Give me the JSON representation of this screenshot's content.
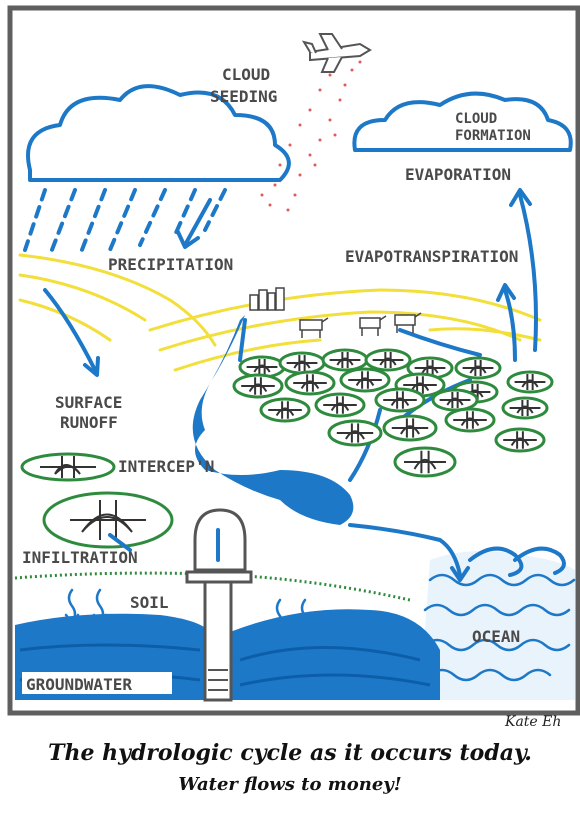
{
  "labels": {
    "cloud_seeding_1": "CLOUD",
    "cloud_seeding_2": "SEEDING",
    "cloud_formation_1": "CLOUD",
    "cloud_formation_2": "FORMATION",
    "evaporation": "EVAPORATION",
    "evapotranspiration": "EVAPOTRANSPIRATION",
    "precipitation": "PRECIPITATION",
    "surface_runoff_1": "SURFACE",
    "surface_runoff_2": "RUNOFF",
    "interception": "INTERCEP'N",
    "infiltration": "INFILTRATION",
    "soil": "SOIL",
    "ocean": "OCEAN",
    "groundwater": "GROUNDWATER"
  },
  "signature": "Kate Eh",
  "caption": {
    "line1": "The hydrologic cycle as it occurs today.",
    "line2": "Water flows to money!"
  },
  "colors": {
    "water": "#1e78c8",
    "money": "#2e8b3e",
    "hills": "#f2df3a",
    "ink": "#4a4a4a",
    "seeding": "#e05a5a"
  },
  "icons": [
    "airplane-icon",
    "cloud-icon",
    "dollar-coin-icon",
    "well-pump-icon",
    "cow-icon",
    "city-icon"
  ]
}
